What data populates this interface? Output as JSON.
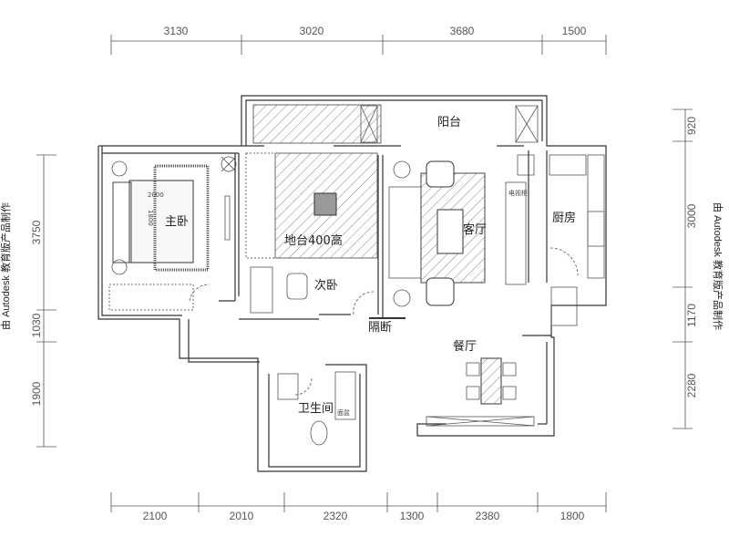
{
  "watermark": "由 Autodesk 教育版产品制作",
  "dimensions": {
    "top": [
      "3130",
      "3020",
      "3680",
      "1500"
    ],
    "bottom": [
      "2100",
      "2010",
      "2320",
      "1300",
      "2380",
      "1800"
    ],
    "left": [
      "3750",
      "1030",
      "1900"
    ],
    "right": [
      "920",
      "3000",
      "1170",
      "2280"
    ]
  },
  "rooms": {
    "master_bedroom": "主卧",
    "platform": "地台400高",
    "second_bedroom": "次卧",
    "balcony": "阳台",
    "living_room": "客厅",
    "kitchen": "厨房",
    "partition": "隔断",
    "dining_room": "餐厅",
    "bathroom": "卫生间"
  },
  "annotations": {
    "bed_length": "2000",
    "bed_width": "1800",
    "tv_cabinet": "电视柜",
    "basin": "面盆"
  }
}
